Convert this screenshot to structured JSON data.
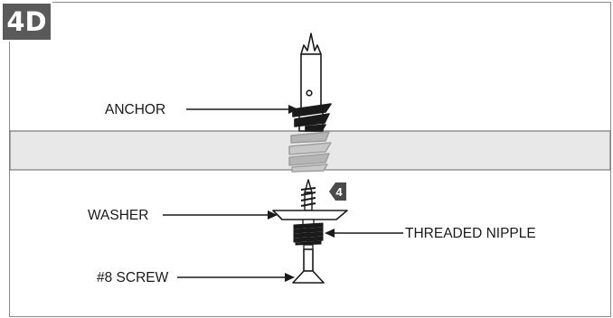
{
  "badge": {
    "text": "4D"
  },
  "labels": {
    "anchor": "ANCHOR",
    "washer": "WASHER",
    "threaded_nipple": "THREADED NIPPLE",
    "screw": "#8 SCREW"
  },
  "callout": {
    "text": "4"
  },
  "colors": {
    "badge_bg": "#5a5a5a",
    "panel_band": "#e8e8e8",
    "line": "#1a1a1a",
    "hidden_thread": "#a0a0a0"
  }
}
